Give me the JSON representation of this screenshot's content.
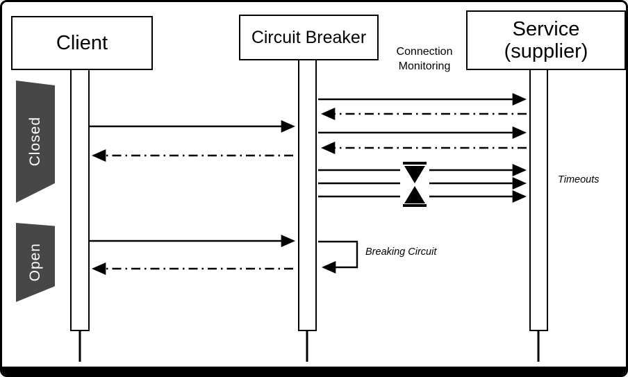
{
  "diagram": {
    "type": "sequence-diagram",
    "topic": "Circuit Breaker pattern",
    "participants": [
      {
        "id": "client",
        "label": "Client"
      },
      {
        "id": "circuit_breaker",
        "label": "Circuit Breaker"
      },
      {
        "id": "service",
        "label": "Service",
        "sublabel": "(supplier)"
      }
    ],
    "states": [
      {
        "id": "closed",
        "label": "Closed"
      },
      {
        "id": "open",
        "label": "Open"
      }
    ],
    "labels": {
      "connection_monitoring": "Connection Monitoring",
      "timeouts": "Timeouts",
      "breaking_circuit": "Breaking Circuit"
    },
    "messages": [
      {
        "section": "closed",
        "from": "circuit_breaker",
        "to": "service",
        "style": "solid",
        "kind": "request"
      },
      {
        "section": "closed",
        "from": "service",
        "to": "circuit_breaker",
        "style": "dash_dot",
        "kind": "response"
      },
      {
        "section": "closed",
        "from": "client",
        "to": "circuit_breaker",
        "style": "solid",
        "kind": "request"
      },
      {
        "section": "closed",
        "from": "circuit_breaker",
        "to": "service",
        "style": "solid",
        "kind": "request"
      },
      {
        "section": "closed",
        "from": "service",
        "to": "circuit_breaker",
        "style": "dash_dot",
        "kind": "response"
      },
      {
        "section": "closed",
        "from": "circuit_breaker",
        "to": "client",
        "style": "dash_dot",
        "kind": "response"
      },
      {
        "section": "closed",
        "from": "circuit_breaker",
        "to": "service",
        "style": "solid",
        "kind": "timeout"
      },
      {
        "section": "closed",
        "from": "circuit_breaker",
        "to": "service",
        "style": "solid",
        "kind": "timeout"
      },
      {
        "section": "closed",
        "from": "circuit_breaker",
        "to": "service",
        "style": "solid",
        "kind": "timeout"
      },
      {
        "section": "open",
        "from": "client",
        "to": "circuit_breaker",
        "style": "solid",
        "kind": "request"
      },
      {
        "section": "open",
        "from": "circuit_breaker",
        "to": "circuit_breaker",
        "style": "solid",
        "kind": "breaking_circuit"
      },
      {
        "section": "open",
        "from": "circuit_breaker",
        "to": "client",
        "style": "dash_dot",
        "kind": "response"
      }
    ]
  }
}
